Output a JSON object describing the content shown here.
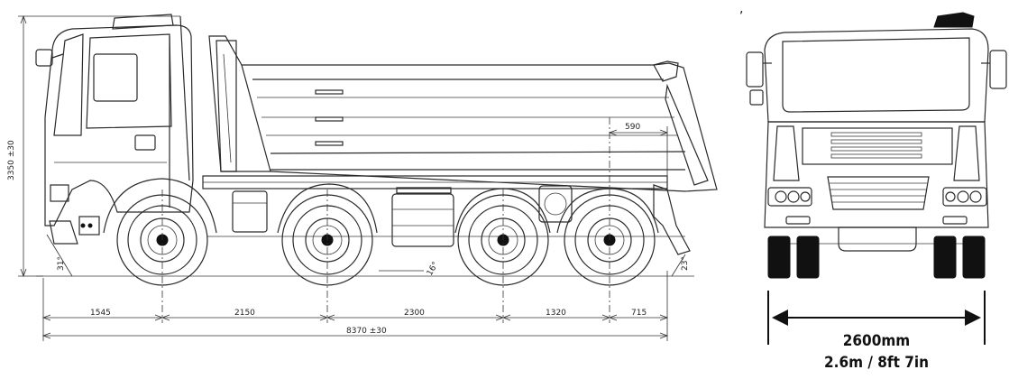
{
  "side_view": {
    "height_dim": "3350 ±30",
    "cargo_dim": "590",
    "wheelbase_dims": [
      "1545",
      "2150",
      "2300",
      "1320",
      "715"
    ],
    "total_length": "8370 ±30",
    "angle_front": "31°",
    "angle_rear": "23°",
    "angle_mid": "16°"
  },
  "front_view": {
    "width_mm": "2600mm",
    "width_imperial": "2.6m / 8ft 7in"
  }
}
